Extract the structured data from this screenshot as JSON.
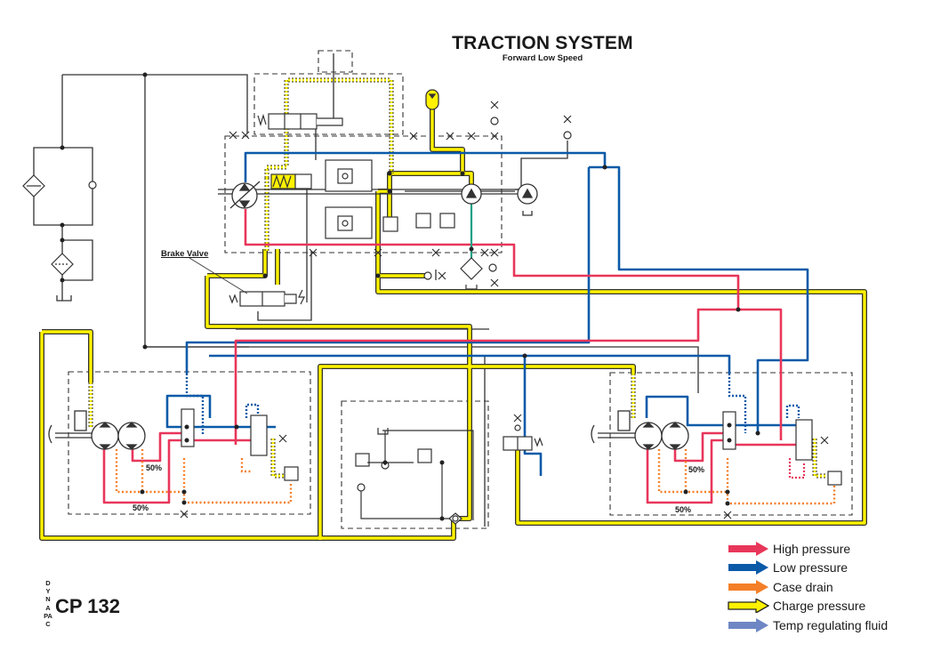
{
  "header": {
    "title": "TRACTION SYSTEM",
    "subtitle": "Forward Low Speed"
  },
  "labels": {
    "brake_valve": "Brake Valve",
    "left_motor_pct_inner": "50%",
    "left_motor_pct_outer": "50%",
    "right_motor_pct_inner": "50%",
    "right_motor_pct_outer": "50%"
  },
  "footer": {
    "brand": "DYNAPAC",
    "model": "CP 132"
  },
  "legend": {
    "items": [
      {
        "label": "High pressure",
        "color": "#e8365a",
        "style": "solid"
      },
      {
        "label": "Low pressure",
        "color": "#0a5aa8",
        "style": "solid"
      },
      {
        "label": "Case drain",
        "color": "#f47f28",
        "style": "solid"
      },
      {
        "label": "Charge pressure",
        "color": "#fff200",
        "style": "outlined"
      },
      {
        "label": "Temp regulating fluid",
        "color": "#6f86c4",
        "style": "solid"
      }
    ]
  },
  "colors": {
    "high_pressure": "#e8365a",
    "low_pressure": "#0a5aa8",
    "case_drain": "#f47f28",
    "charge_pressure": "#fff200",
    "temp_fluid": "#6f86c4",
    "cooling_loop": "#16a085",
    "line": "#333333"
  }
}
